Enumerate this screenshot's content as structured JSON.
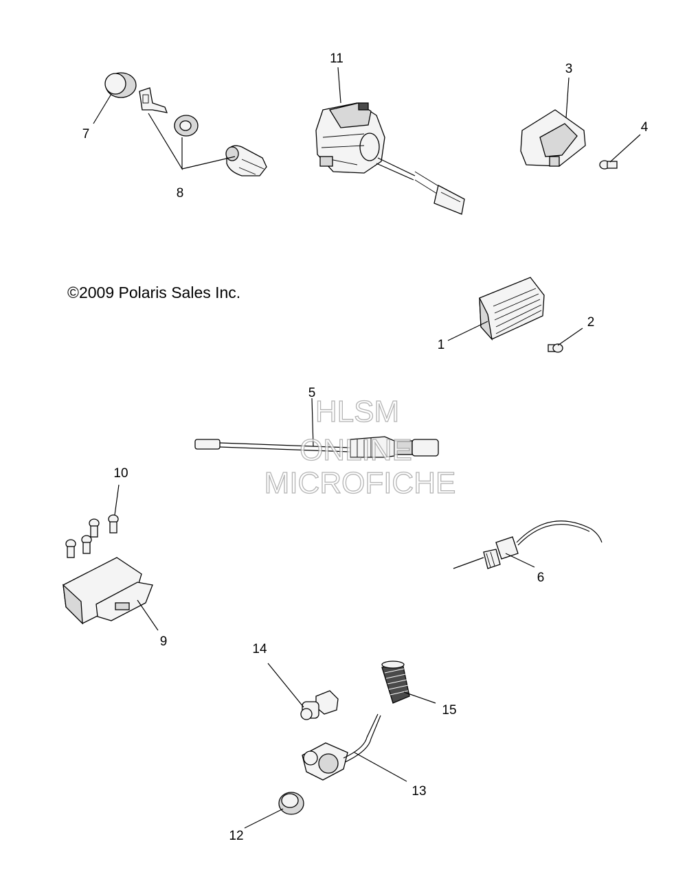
{
  "copyright": "©2009 Polaris Sales Inc.",
  "watermark": {
    "line1": "HLSM",
    "line2": "ONLINE",
    "line3": "MICROFICHE"
  },
  "callouts": {
    "p1": "1",
    "p2": "2",
    "p3": "3",
    "p4": "4",
    "p5": "5",
    "p6": "6",
    "p7": "7",
    "p8": "8",
    "p9": "9",
    "p10": "10",
    "p11": "11",
    "p12": "12",
    "p13": "13",
    "p14": "14",
    "p15": "15"
  },
  "colors": {
    "line": "#000000",
    "watermark": "#9a9a9a",
    "background": "#ffffff"
  }
}
